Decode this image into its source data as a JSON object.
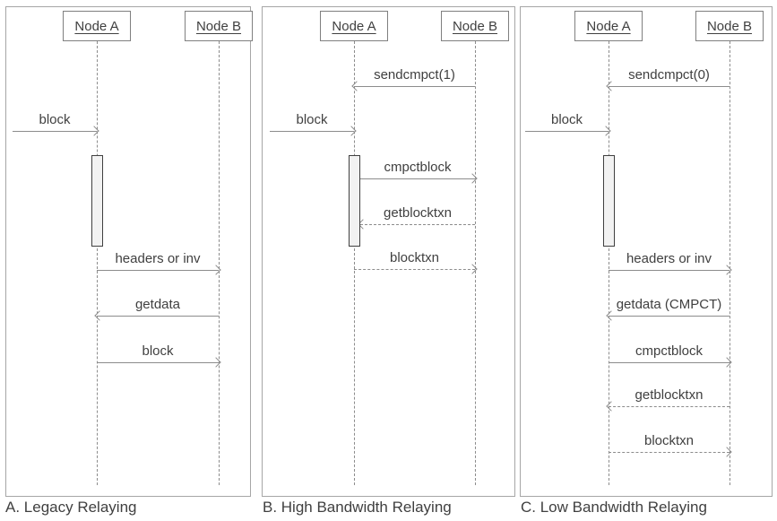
{
  "colors": {
    "line": "#8c8c8c",
    "text": "#404040",
    "panel_border": "#a6a6a6",
    "node_border": "#7f7f7f",
    "activation_fill": "#f2f2f2"
  },
  "panels": [
    {
      "caption": "A. Legacy Relaying",
      "nodes": {
        "a": "Node A",
        "b": "Node B"
      },
      "messages": {
        "block_in": "block",
        "headers_or_inv": "headers or inv",
        "getdata": "getdata",
        "block": "block"
      }
    },
    {
      "caption": "B. High Bandwidth Relaying",
      "nodes": {
        "a": "Node A",
        "b": "Node B"
      },
      "messages": {
        "sendcmpct": "sendcmpct(1)",
        "block_in": "block",
        "cmpctblock": "cmpctblock",
        "getblocktxn": "getblocktxn",
        "blocktxn": "blocktxn"
      }
    },
    {
      "caption": "C. Low Bandwidth Relaying",
      "nodes": {
        "a": "Node A",
        "b": "Node B"
      },
      "messages": {
        "sendcmpct": "sendcmpct(0)",
        "block_in": "block",
        "headers_or_inv": "headers or inv",
        "getdata_cmpct": "getdata (CMPCT)",
        "cmpctblock": "cmpctblock",
        "getblocktxn": "getblocktxn",
        "blocktxn": "blocktxn"
      }
    }
  ]
}
